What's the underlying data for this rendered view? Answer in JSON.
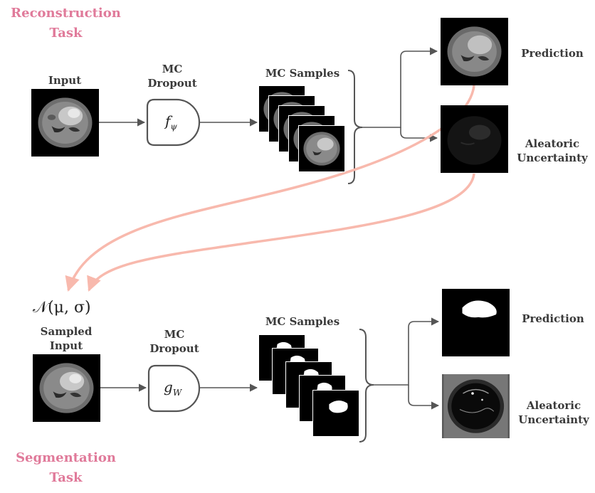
{
  "reconstruction": {
    "task_label": [
      "Reconstruction",
      "Task"
    ],
    "input_label": "Input",
    "dropout_label": [
      "MC",
      "Dropout"
    ],
    "function_symbol": "f",
    "function_subscript": "ψ",
    "samples_label": "MC Samples",
    "prediction_label": "Prediction",
    "uncertainty_label": [
      "Aleatoric",
      "Uncertainty"
    ]
  },
  "segmentation": {
    "task_label": [
      "Segmentation",
      "Task"
    ],
    "distribution_label": "𝒩(μ, σ)",
    "input_label": [
      "Sampled",
      "Input"
    ],
    "dropout_label": [
      "MC",
      "Dropout"
    ],
    "function_symbol": "g",
    "function_subscript": "W",
    "samples_label": "MC Samples",
    "prediction_label": "Prediction",
    "uncertainty_label": [
      "Aleatoric",
      "Uncertainty"
    ]
  },
  "colors": {
    "task_text": "#e07a9a",
    "link_arrow": "#f8b9ad",
    "wire": "#555555"
  }
}
